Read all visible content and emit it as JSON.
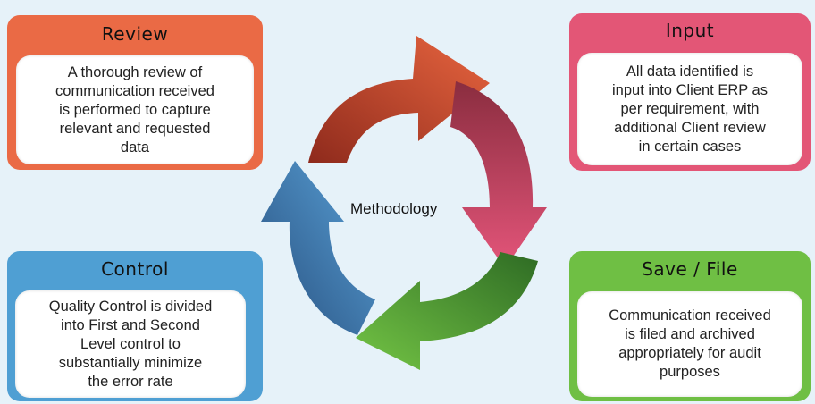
{
  "center_label": "Methodology",
  "colors": {
    "background": "#e6f2f9",
    "review": "#ea6a45",
    "input": "#e35676",
    "control": "#4f9fd3",
    "save": "#6fbf44"
  },
  "cards": {
    "review": {
      "title": "Review",
      "text": "A thorough review of\ncommunication received\nis performed to capture\nrelevant and requested\ndata"
    },
    "input": {
      "title": "Input",
      "text": "All data identified is\ninput into Client ERP as\nper requirement, with\nadditional Client review\nin certain cases"
    },
    "control": {
      "title": "Control",
      "text": "Quality Control is divided\ninto First and Second\nLevel control to\nsubstantially minimize\nthe error rate"
    },
    "save": {
      "title": "Save / File",
      "text": "Communication received\nis filed and archived\nappropriately for audit\npurposes"
    }
  }
}
